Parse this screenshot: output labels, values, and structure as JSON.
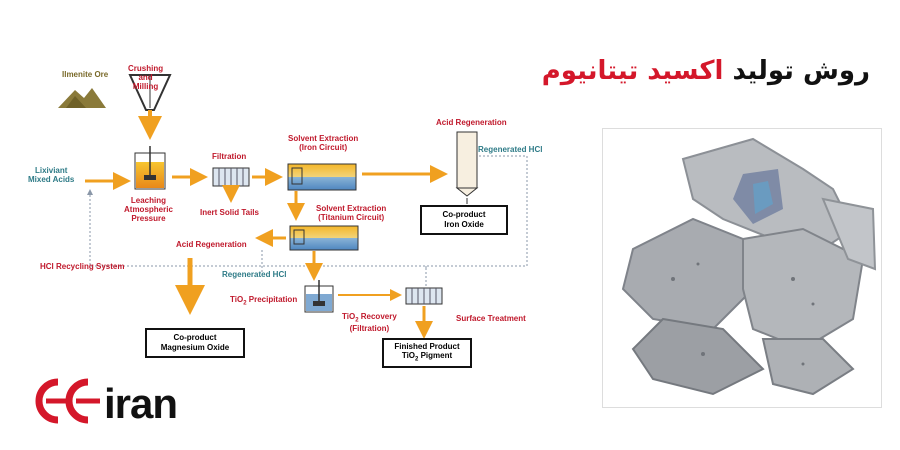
{
  "title": {
    "part1": "روش تولید",
    "part2": "اکسید تیتانیوم"
  },
  "diagram": {
    "ilmenite_ore": "Ilmenite Ore",
    "crushing": [
      "Crushing",
      "and",
      "Milling"
    ],
    "lixiviant": [
      "Lixiviant",
      "Mixed Acids"
    ],
    "leaching": [
      "Leaching",
      "Atmospheric",
      "Pressure"
    ],
    "filtration": "Filtration",
    "inert_tails": "Inert Solid Tails",
    "sx_iron": [
      "Solvent Extraction",
      "(Iron Circuit)"
    ],
    "acid_regen_top": "Acid Regeneration",
    "regen_hcl_top": "Regenerated HCl",
    "coproduct_iron": [
      "Co-product",
      "Iron Oxide"
    ],
    "sx_titanium": [
      "Solvent Extraction",
      "(Titanium Circuit)"
    ],
    "acid_regen_mid": "Acid Regeneration",
    "hcl_recycling": "HCl Recycling System",
    "regen_hcl_mid": "Regenerated HCl",
    "tio2_precip_pre": "TiO",
    "tio2_precip_sub": "2",
    "tio2_precip_post": " Precipitation",
    "tio2_recovery_pre": "TiO",
    "tio2_recovery_sub": "2",
    "tio2_recovery_post": " Recovery",
    "tio2_recovery_line2": "(Filtration)",
    "surface_treatment": "Surface Treatment",
    "coproduct_mg": [
      "Co-product",
      "Magnesium Oxide"
    ],
    "finished_line1": "Finished Product",
    "finished_pre": "TiO",
    "finished_sub": "2",
    "finished_post": " Pigment"
  },
  "logo": {
    "text": "ccIran"
  },
  "colors": {
    "red_label": "#c0192c",
    "teal_label": "#2e7b87",
    "accent": "#d4172a",
    "arrow_orange": "#f0a020"
  }
}
